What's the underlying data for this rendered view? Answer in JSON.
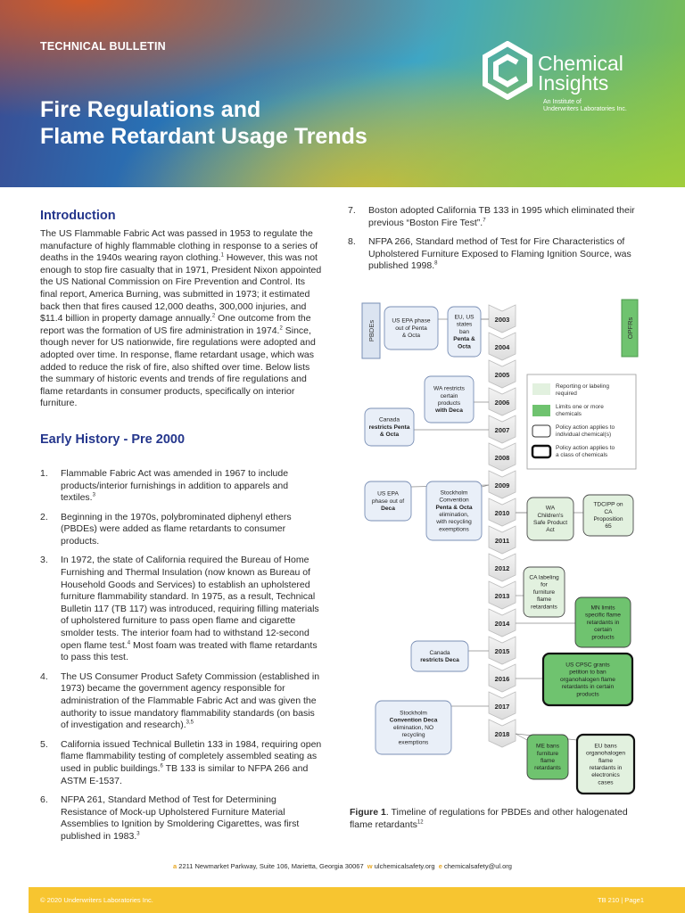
{
  "header": {
    "bulletin_label": "TECHNICAL BULLETIN",
    "title_line1": "Fire Regulations and",
    "title_line2": "Flame Retardant Usage Trends",
    "logo_line1": "Chemical",
    "logo_line2": "Insights",
    "logo_sub1": "An Institute of",
    "logo_sub2": "Underwriters Laboratories Inc."
  },
  "intro": {
    "heading": "Introduction",
    "p_a": "The US Flammable Fabric Act was passed in 1953 to regulate the manufacture of highly flammable clothing in response to a series of deaths in the 1940s wearing rayon clothing.",
    "s1": "1",
    "p_b": " However, this was not enough to stop fire casualty that in 1971, President Nixon appointed the US National Commission on Fire Prevention and Control. Its final report, America Burning, was submitted in 1973; it estimated back then that fires caused 12,000 deaths, 300,000 injuries, and $11.4 billion in property damage annually.",
    "s2": "2",
    "p_c": " One outcome from the report was the formation of US fire administration in 1974.",
    "s3": "2",
    "p_d": " Since, though never for US nationwide, fire regulations were adopted and adopted over time. In response, flame retardant usage, which was added to reduce the risk of fire, also shifted over time. Below lists the summary of historic events and trends of fire regulations and flame retardants in consumer products, specifically on interior furniture."
  },
  "early": {
    "heading": "Early History - Pre 2000",
    "items": [
      {
        "num": "1.",
        "text": "Flammable Fabric Act was amended in 1967 to include products/interior furnishings in addition to apparels and textiles.",
        "sup": "3"
      },
      {
        "num": "2.",
        "text": "Beginning in the 1970s, polybrominated diphenyl ethers (PBDEs) were added as flame retardants to consumer products.",
        "sup": ""
      },
      {
        "num": "3.",
        "text": "In 1972, the state of California required the Bureau of Home Furnishing and Thermal Insulation (now known as Bureau of Household Goods and Services) to establish an upholstered furniture flammability standard. In 1975, as a result, Technical Bulletin 117 (TB 117) was introduced, requiring filling materials of upholstered furniture to pass open flame and cigarette smolder tests. The interior foam had to withstand 12-second open flame test.",
        "sup": "4",
        "text2": " Most foam was treated with flame retardants to pass this test."
      },
      {
        "num": "4.",
        "text": "The US Consumer Product Safety Commission (established in 1973) became the government agency responsible for administration of the Flammable Fabric Act and was given the authority to issue mandatory flammability standards (on basis of investigation and research).",
        "sup": "3,5"
      },
      {
        "num": "5.",
        "text": "California issued Technical Bulletin 133 in 1984, requiring open flame flammability testing of completely assembled seating as used in public buildings.",
        "sup": "6",
        "text2": " TB 133 is similar to NFPA 266 and ASTM E-1537."
      },
      {
        "num": "6.",
        "text": "NFPA 261, Standard Method of Test for Determining Resistance of Mock-up Upholstered Furniture Material Assemblies to Ignition by Smoldering Cigarettes, was first published in 1983.",
        "sup": "3"
      }
    ]
  },
  "right_items": [
    {
      "num": "7.",
      "text": "Boston adopted California TB 133 in 1995 which eliminated their previous “Boston Fire Test”.",
      "sup": "7"
    },
    {
      "num": "8.",
      "text": "NFPA 266, Standard method of Test for Fire Characteristics of Upholstered Furniture Exposed to Flaming Ignition Source, was published 1998.",
      "sup": "8"
    }
  ],
  "timeline": {
    "left_label": "PBDEs",
    "right_label": "OPFRs",
    "years": [
      "2003",
      "2004",
      "2005",
      "2006",
      "2007",
      "2008",
      "2009",
      "2010",
      "2011",
      "2012",
      "2013",
      "2014",
      "2015",
      "2016",
      "2017",
      "2018"
    ],
    "legend": [
      "Reporting or labeling required",
      "Limits one or more chemicals",
      "Policy action applies to individual chemical(s)",
      "Policy action applies to a class of chemicals"
    ],
    "events": {
      "us_epa_2004": [
        "US EPA phase",
        "out of Penta",
        "& Octa"
      ],
      "eu_2004": [
        "EU, US",
        "states",
        "ban",
        "Penta &",
        "Octa"
      ],
      "wa_2006": [
        "WA restricts",
        "certain",
        "products",
        "with Deca"
      ],
      "canada_2007": [
        "Canada",
        "restricts Penta",
        "& Octa"
      ],
      "us_epa_deca": [
        "US EPA",
        "phase out of",
        "Deca"
      ],
      "stockholm_2010": [
        "Stockholm",
        "Convention",
        "Penta & Octa",
        "elimination,",
        "with recycling",
        "exemptions"
      ],
      "wa_csp": [
        "WA",
        "Children's",
        "Safe Product",
        "Act"
      ],
      "tdcipp": [
        "TDCIPP on",
        "CA",
        "Proposition",
        "65"
      ],
      "ca_labeling": [
        "CA labeling",
        "for",
        "furniture",
        "flame",
        "retardants"
      ],
      "mn_limits": [
        "MN limits",
        "specific flame",
        "retardants in",
        "certain",
        "products"
      ],
      "canada_deca": [
        "Canada",
        "restricts Deca"
      ],
      "cpsc": [
        "US CPSC grants",
        "petition to ban",
        "organohalogen flame",
        "retardants in certain",
        "products"
      ],
      "stockholm_2018": [
        "Stockholm",
        "Convention Deca",
        "elimination, NO",
        "recycling",
        "exemptions"
      ],
      "me_bans": [
        "ME bans",
        "furniture",
        "flame",
        "retardants"
      ],
      "eu_bans": [
        "EU bans",
        "organohalogen",
        "flame",
        "retardants in",
        "electronics",
        "cases"
      ]
    }
  },
  "caption": {
    "label": "Figure 1",
    "text": ". Timeline of regulations for PBDEs and other halogenated flame retardants",
    "sup": "12"
  },
  "contact": {
    "a_key": "a",
    "address": "2211 Newmarket Parkway, Suite 106, Marietta, Georgia 30067",
    "w_key": "w",
    "website": "ulchemicalsafety.org",
    "e_key": "e",
    "email": "chemicalsafety@ul.org"
  },
  "footer": {
    "copyright": "© 2020 Underwriters Laboratories Inc.",
    "page": "TB 210 | Page1"
  },
  "colors": {
    "heading_blue": "#24368c",
    "light_green": "#dff0d8",
    "green": "#6fc36f",
    "footer_yellow": "#f7c530",
    "box_blue": "#e9eff8"
  }
}
